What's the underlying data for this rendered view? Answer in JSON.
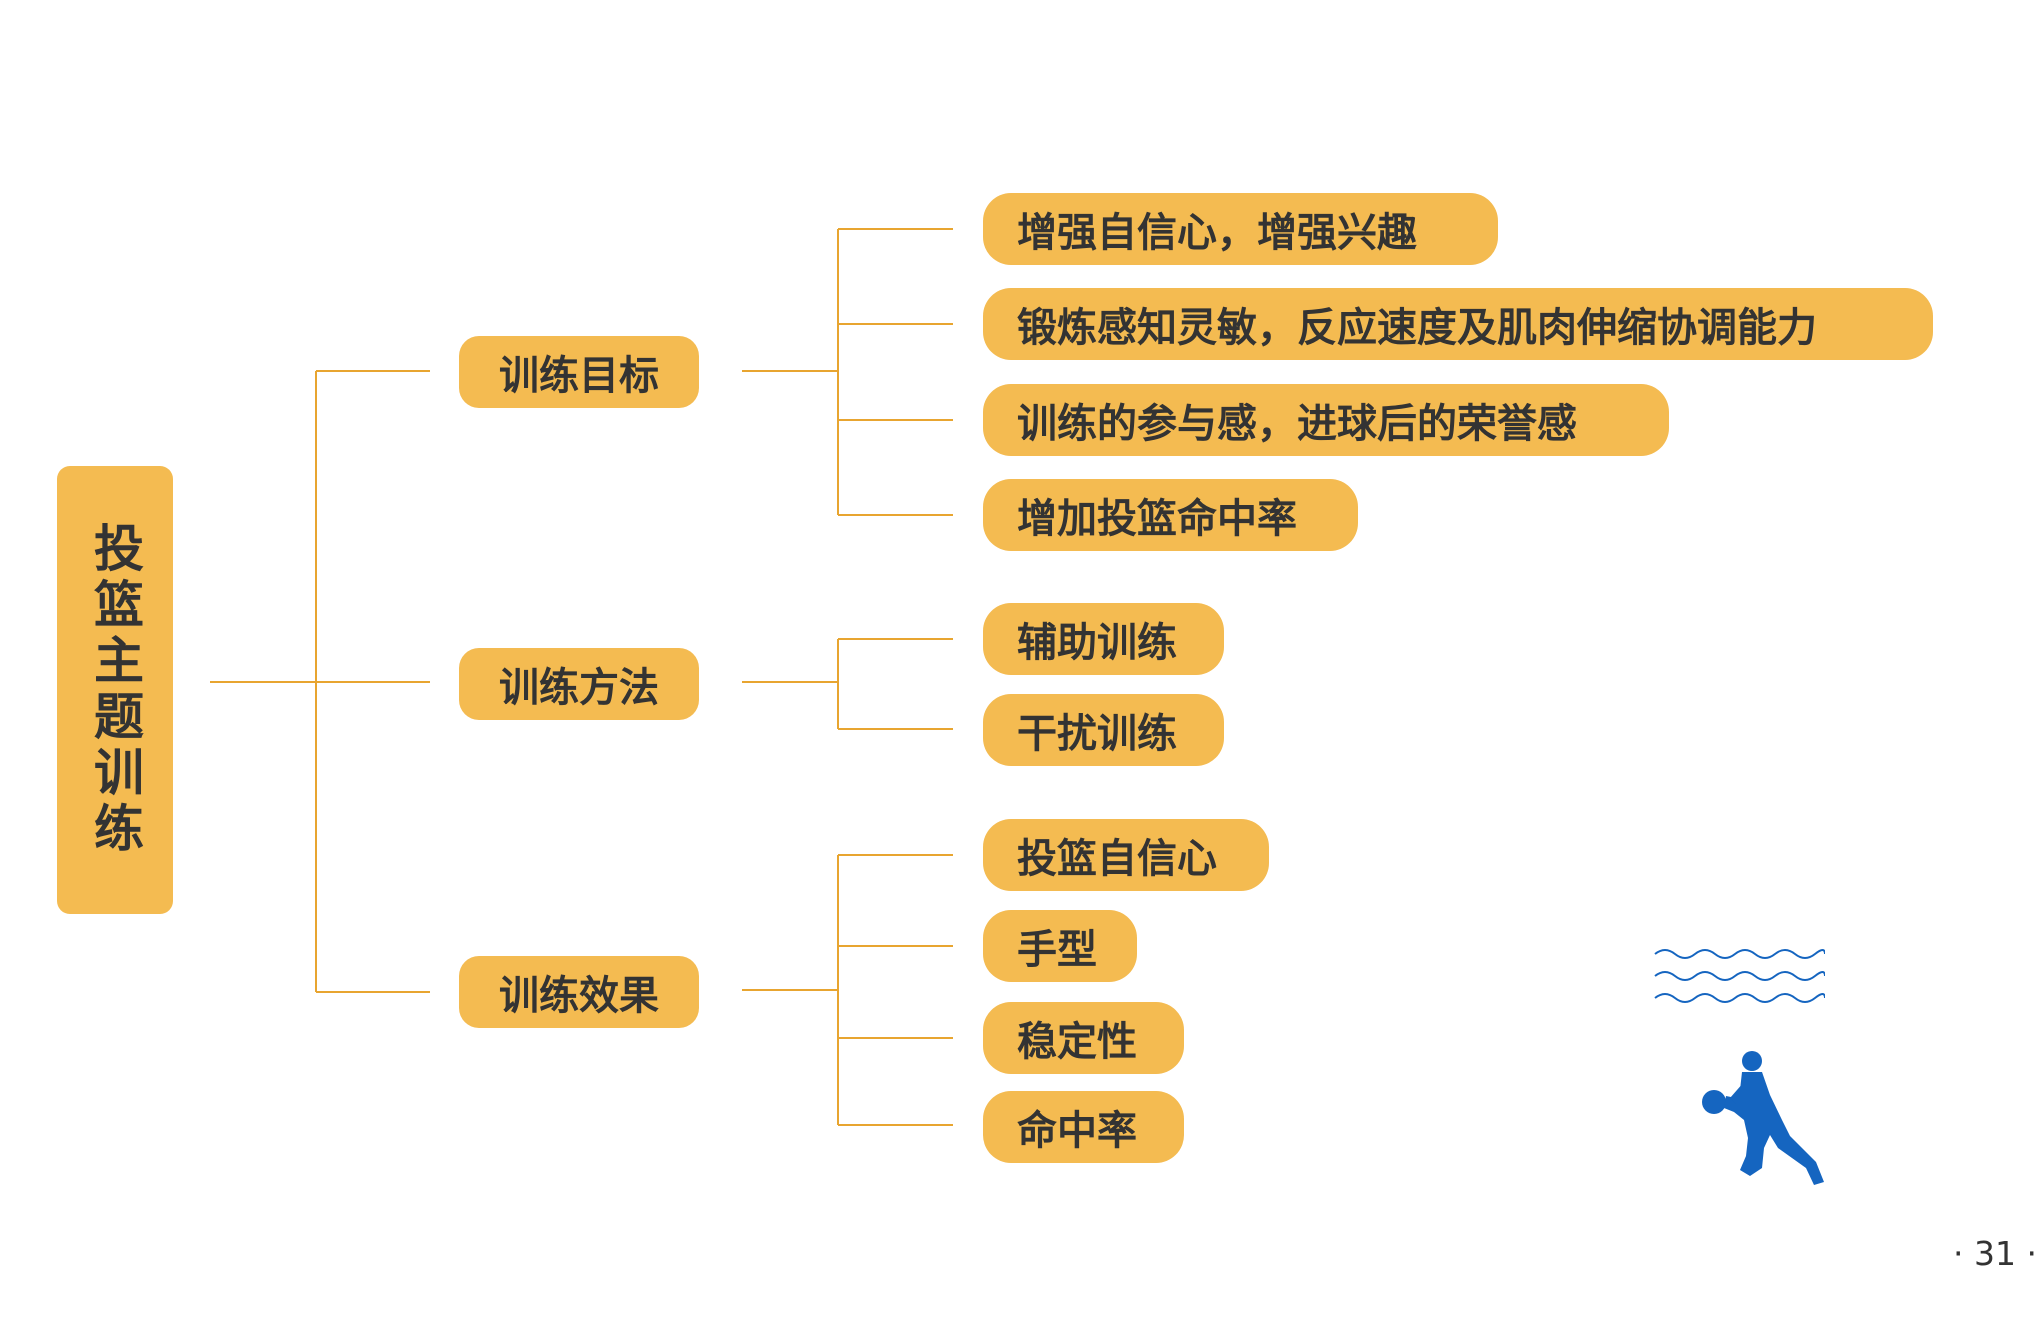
{
  "diagram": {
    "root": "投篮主题训练",
    "branches": [
      {
        "label": "训练目标",
        "children": [
          "增强自信心，增强兴趣",
          "锻炼感知灵敏，反应速度及肌肉伸缩协调能力",
          "训练的参与感，进球后的荣誉感",
          "增加投篮命中率"
        ]
      },
      {
        "label": "训练方法",
        "children": [
          "辅助训练",
          "干扰训练"
        ]
      },
      {
        "label": "训练效果",
        "children": [
          "投篮自信心",
          "手型",
          "稳定性",
          "命中率"
        ]
      }
    ],
    "line_color": "#e8a530",
    "box_color": "#f4bb51",
    "text_color": "#333333"
  },
  "decoration": {
    "icons": [
      "wave-lines-icon",
      "basketball-player-icon"
    ],
    "accent_color": "#1565c0"
  },
  "page_number": "· 31 ·"
}
